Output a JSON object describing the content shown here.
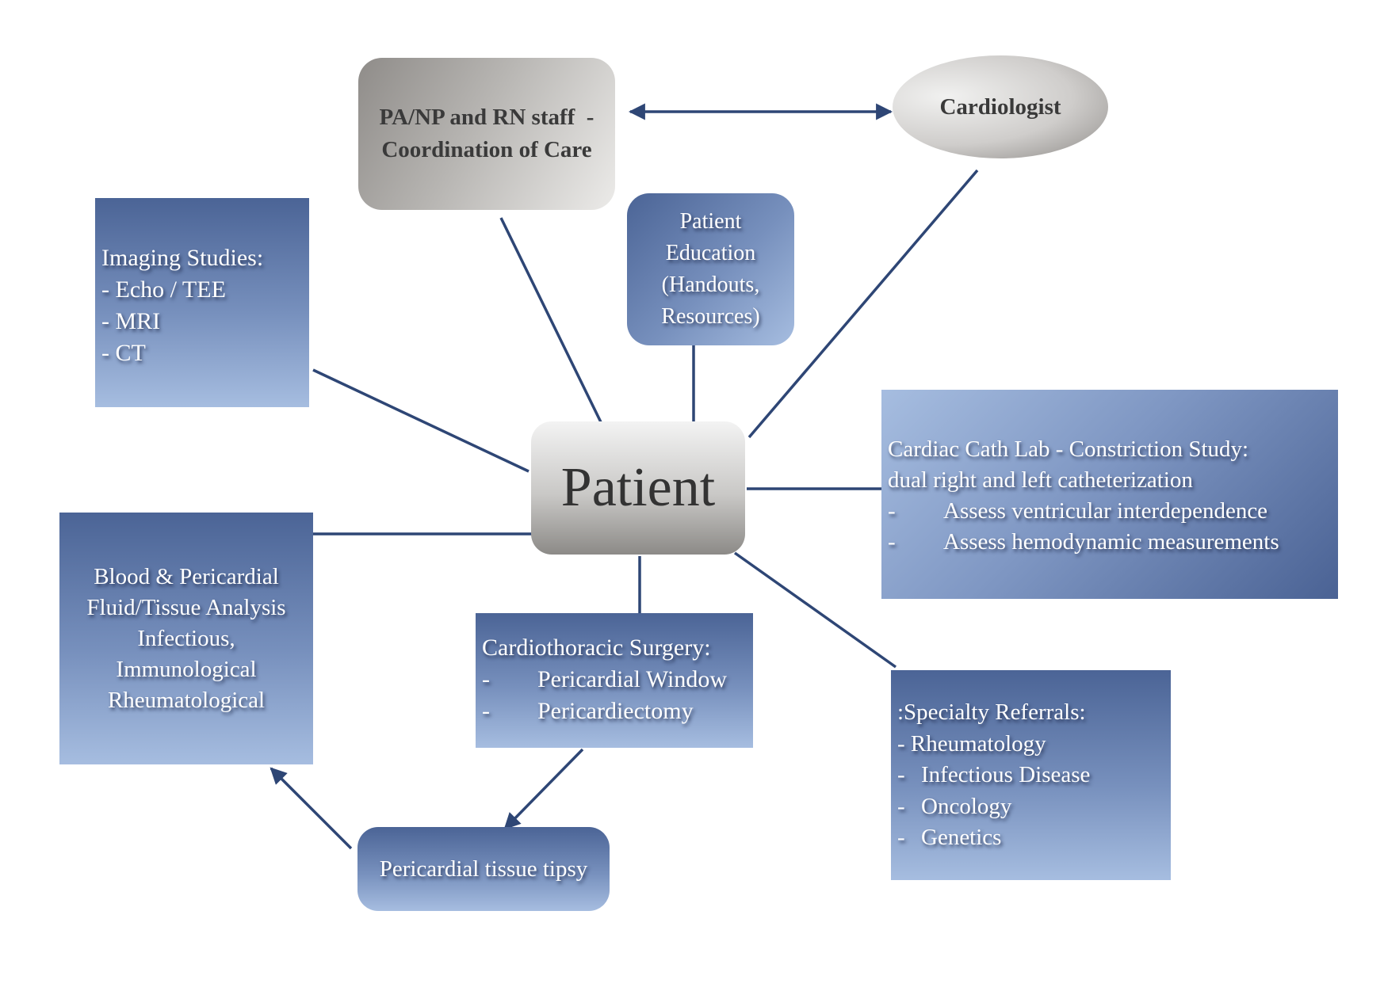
{
  "diagram": {
    "edge_color": "#2e4675",
    "nodes": {
      "coordination": {
        "lines": [
          "PA/NP and RN staff  -",
          "Coordination of Care"
        ]
      },
      "cardiologist": {
        "label": "Cardiologist"
      },
      "patient_education": {
        "lines": [
          "Patient",
          "Education",
          "(Handouts,",
          "Resources)"
        ]
      },
      "imaging": {
        "lines": [
          "Imaging Studies:",
          "- Echo / TEE",
          "- MRI",
          "- CT"
        ]
      },
      "patient": {
        "label": "Patient"
      },
      "cath_lab": {
        "title_lines": [
          "Cardiac Cath Lab - Constriction Study:",
          "dual right and left catheterization"
        ],
        "bullets": [
          "Assess ventricular interdependence",
          "Assess hemodynamic measurements"
        ]
      },
      "blood_analysis": {
        "lines": [
          "Blood & Pericardial",
          "Fluid/Tissue Analysis",
          "Infectious,",
          "Immunological",
          "Rheumatological"
        ]
      },
      "surgery": {
        "title": "Cardiothoracic Surgery:",
        "bullets": [
          "Pericardial Window",
          "Pericardiectomy"
        ]
      },
      "specialty": {
        "title": ":Specialty Referrals:",
        "first": "- Rheumatology",
        "bullets": [
          "Infectious Disease",
          "Oncology",
          "Genetics"
        ]
      },
      "biopsy": {
        "label": "Pericardial tissue tipsy"
      }
    },
    "bullet_marker": "-",
    "edges": [
      {
        "from": "coordination",
        "to": "cardiologist",
        "type": "bidirectional-arrow"
      },
      {
        "from": "coordination",
        "to": "patient",
        "type": "line"
      },
      {
        "from": "patient_education",
        "to": "patient",
        "type": "line"
      },
      {
        "from": "cardiologist",
        "to": "patient",
        "type": "line"
      },
      {
        "from": "imaging",
        "to": "patient",
        "type": "line"
      },
      {
        "from": "cath_lab",
        "to": "patient",
        "type": "line"
      },
      {
        "from": "blood_analysis",
        "to": "patient",
        "type": "line"
      },
      {
        "from": "surgery",
        "to": "patient",
        "type": "line"
      },
      {
        "from": "specialty",
        "to": "patient",
        "type": "line"
      },
      {
        "from": "surgery",
        "to": "biopsy",
        "type": "arrow"
      },
      {
        "from": "biopsy",
        "to": "blood_analysis",
        "type": "arrow"
      }
    ]
  }
}
